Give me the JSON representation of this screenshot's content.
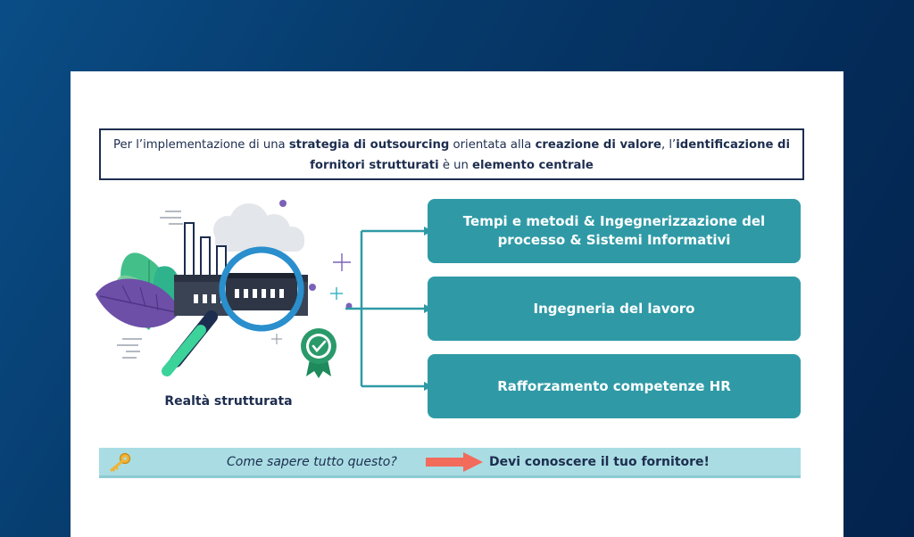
{
  "headline": {
    "t1": "Per l’implementazione di una ",
    "b1": "strategia di outsourcing",
    "t2": " orientata alla ",
    "b2": "creazione di valore",
    "t3": ", l’",
    "b3": "identificazione di fornitori strutturati",
    "t4": " è un ",
    "b4": "elemento centrale"
  },
  "illustration": {
    "label": "Realtà strutturata"
  },
  "boxes": [
    {
      "label": "Tempi e metodi & Ingegnerizzazione del processo & Sistemi Informativi"
    },
    {
      "label": "Ingegneria del lavoro"
    },
    {
      "label": "Rafforzamento competenze HR"
    }
  ],
  "bottom": {
    "question": "Come sapere tutto questo?",
    "answer": "Devi conoscere il tuo fornitore!"
  },
  "colors": {
    "navy": "#1d2d4f",
    "teal": "#2f9aa6",
    "light_teal": "#a9dde3",
    "arrow": "#f26b5b",
    "background": "#063a6b"
  }
}
